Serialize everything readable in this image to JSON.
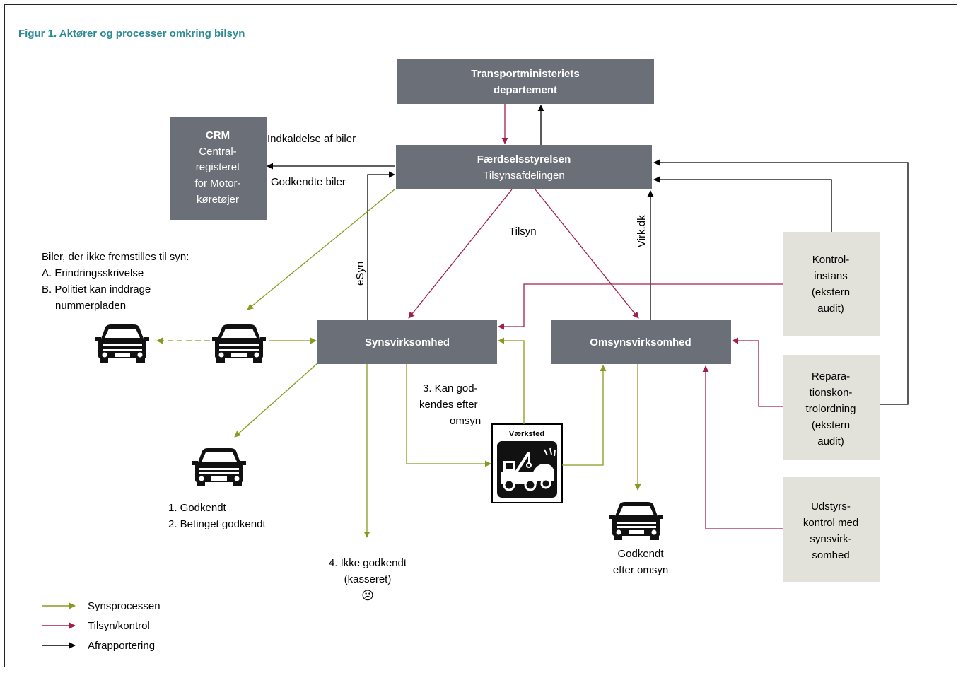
{
  "figure_title": "Figur 1. Aktører og processer omkring bilsyn",
  "boxes": {
    "transport": [
      "Transportministeriets",
      "departement"
    ],
    "faerdsel": {
      "name": "Færdselsstyrelsen",
      "sub": "Tilsynsafdelingen"
    },
    "crm": {
      "name": "CRM",
      "lines": [
        "Central-",
        "registeret",
        "for Motor-",
        "køretøjer"
      ]
    },
    "synsvirksomhed": "Synsvirksomhed",
    "omsynsvirksomhed": "Omsynsvirksomhed",
    "kontrolinstans": [
      "Kontrol-",
      "instans",
      "(ekstern",
      "audit)"
    ],
    "reparation": [
      "Repara-",
      "tionskon-",
      "trolordning",
      "(ekstern",
      "audit)"
    ],
    "udstyr": [
      "Udstyrs-",
      "kontrol med",
      "synsvirk-",
      "somhed"
    ],
    "vaerksted": "Værksted"
  },
  "labels": {
    "indkaldelse": "Indkaldelse af biler",
    "godkendte_biler": "Godkendte biler",
    "tilsyn": "Tilsyn",
    "virk": "Virk.dk",
    "esyn": "eSyn",
    "biler_ikke": [
      "Biler, der ikke fremstilles til syn:",
      "A. Erindringsskrivelse",
      "B. Politiet kan inddrage",
      "nummerpladen"
    ],
    "kan_godkendes": [
      "3. Kan god-",
      "kendes efter",
      "omsyn"
    ],
    "godkendt": [
      "1. Godkendt",
      "2. Betinget godkendt"
    ],
    "ikke_godkendt": [
      "4. Ikke godkendt",
      "(kasseret)"
    ],
    "sad_face": "☹",
    "godkendt_omsyn": [
      "Godkendt",
      "efter omsyn"
    ]
  },
  "legend": [
    {
      "label": "Synsprocessen",
      "color": "#8a9a1e"
    },
    {
      "label": "Tilsyn/kontrol",
      "color": "#a0204a"
    },
    {
      "label": "Afrapportering",
      "color": "#000000"
    }
  ],
  "colors": {
    "dark_box": "#6b6f78",
    "light_box": "#e2e2da",
    "syn": "#8a9a1e",
    "tilsyn": "#a0204a",
    "report": "#000000",
    "title": "#2b8a92"
  }
}
